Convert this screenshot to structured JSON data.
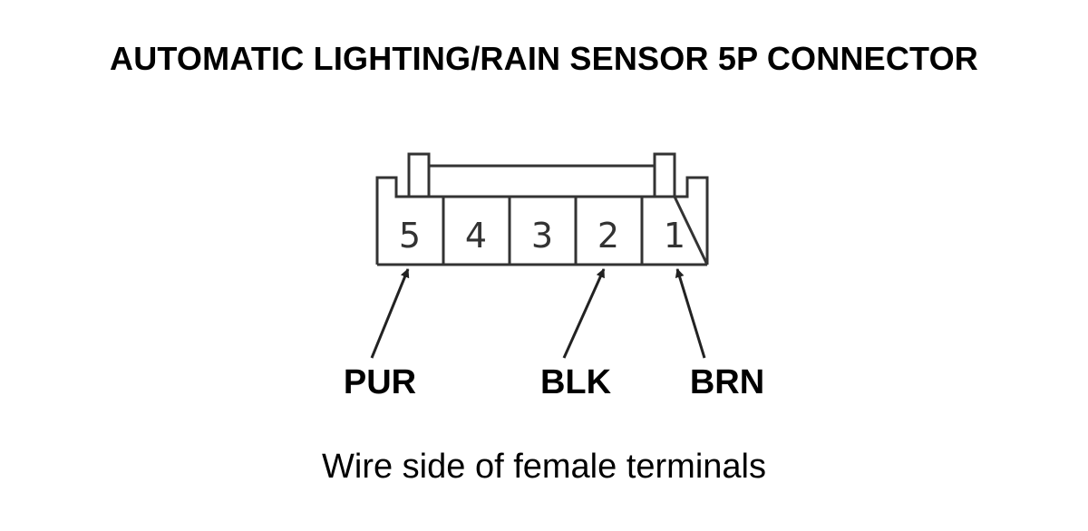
{
  "diagram": {
    "title": "AUTOMATIC LIGHTING/RAIN SENSOR 5P CONNECTOR",
    "caption": "Wire side of female terminals",
    "pins": [
      "5",
      "4",
      "3",
      "2",
      "1"
    ],
    "wires": [
      {
        "label": "PUR",
        "pin": "5"
      },
      {
        "label": "BLK",
        "pin": "2"
      },
      {
        "label": "BRN",
        "pin": "1"
      }
    ],
    "colors": {
      "line": "#333333",
      "text": "#000000",
      "background": "#ffffff"
    }
  }
}
